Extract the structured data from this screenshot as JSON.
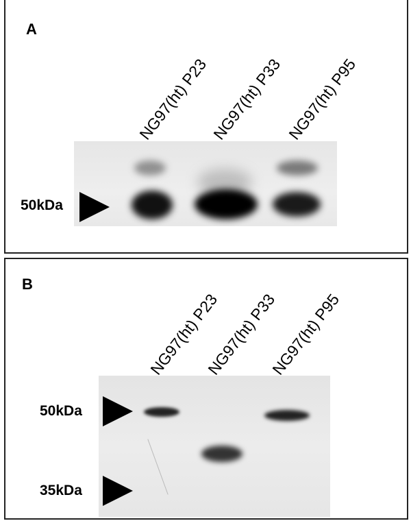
{
  "panels": [
    {
      "letter": "A",
      "lanes": [
        "NG97(ht) P23",
        "NG97(ht) P33",
        "NG97(ht) P95"
      ],
      "markers": [
        "50kDa"
      ]
    },
    {
      "letter": "B",
      "lanes": [
        "NG97(ht) P23",
        "NG97(ht) P33",
        "NG97(ht) P95"
      ],
      "markers": [
        "50kDa",
        "35kDa"
      ]
    }
  ]
}
